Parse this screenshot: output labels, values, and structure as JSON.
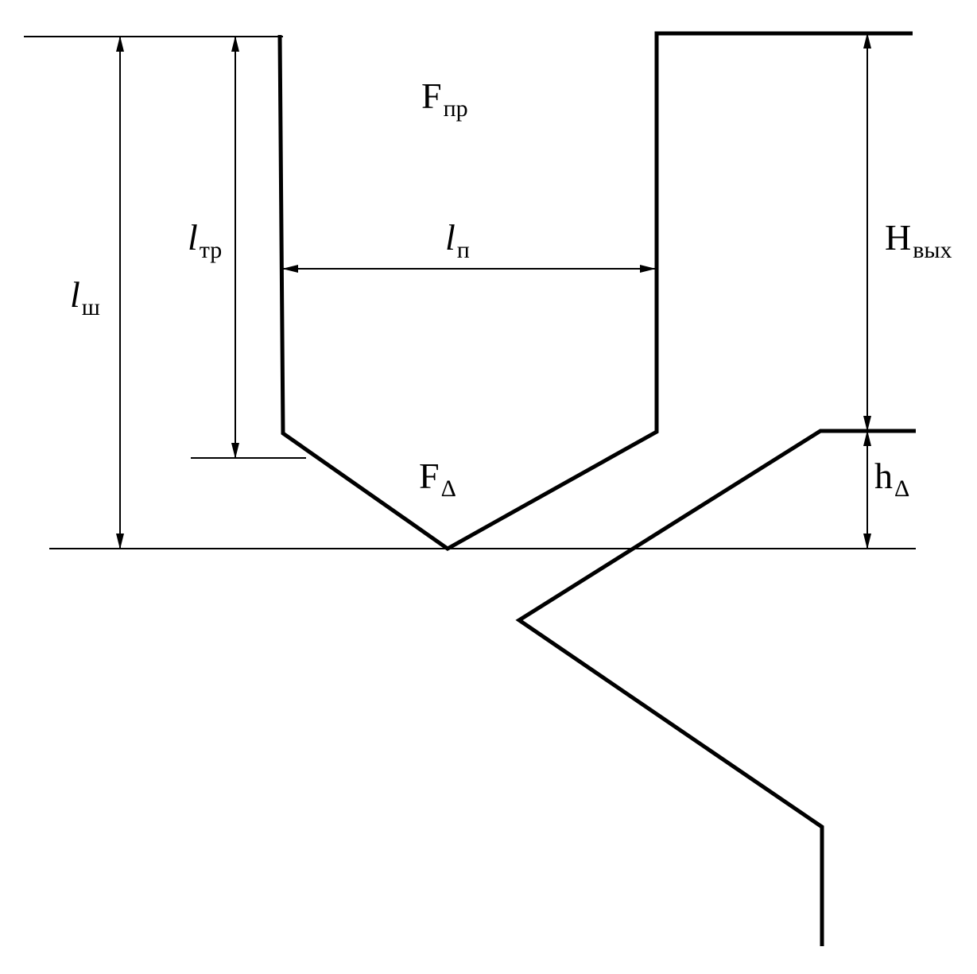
{
  "labels": {
    "f_pr": {
      "main": "F",
      "sub": "пр"
    },
    "l_tr": {
      "main": "l",
      "sub": "тр"
    },
    "l_p": {
      "main": "l",
      "sub": "п"
    },
    "h_vyh": {
      "main": "H",
      "sub": "вых"
    },
    "l_sh": {
      "main": "l",
      "sub": "ш"
    },
    "f_delta": {
      "main": "F",
      "sub": "Δ"
    },
    "h_delta": {
      "main": "h",
      "sub": "Δ"
    }
  },
  "colors": {
    "profile_line": "#000000",
    "dimension_line": "#000000",
    "background": "#ffffff"
  }
}
